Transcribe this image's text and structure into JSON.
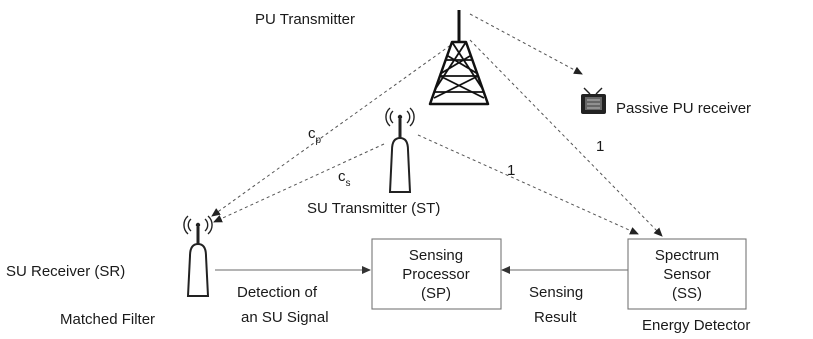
{
  "labels": {
    "pu_transmitter": "PU Transmitter",
    "passive_pu_receiver": "Passive PU receiver",
    "su_transmitter": "SU Transmitter (ST)",
    "su_receiver": "SU Receiver (SR)",
    "matched_filter": "Matched Filter",
    "energy_detector": "Energy Detector",
    "detection_line1": "Detection of",
    "detection_line2": "an SU Signal",
    "sensing_result_line1": "Sensing",
    "sensing_result_line2": "Result"
  },
  "boxes": {
    "sp": {
      "line1": "Sensing",
      "line2": "Processor",
      "line3": "(SP)"
    },
    "ss": {
      "line1": "Spectrum",
      "line2": "Sensor",
      "line3": "(SS)"
    }
  },
  "gains": {
    "cp_base": "c",
    "cp_sub": "p",
    "cs_base": "c",
    "cs_sub": "s",
    "pu_ss": "1",
    "st_ss": "1"
  },
  "icons": [
    "pu-tower-icon",
    "tv-icon",
    "su-transmitter-icon",
    "su-receiver-icon"
  ]
}
